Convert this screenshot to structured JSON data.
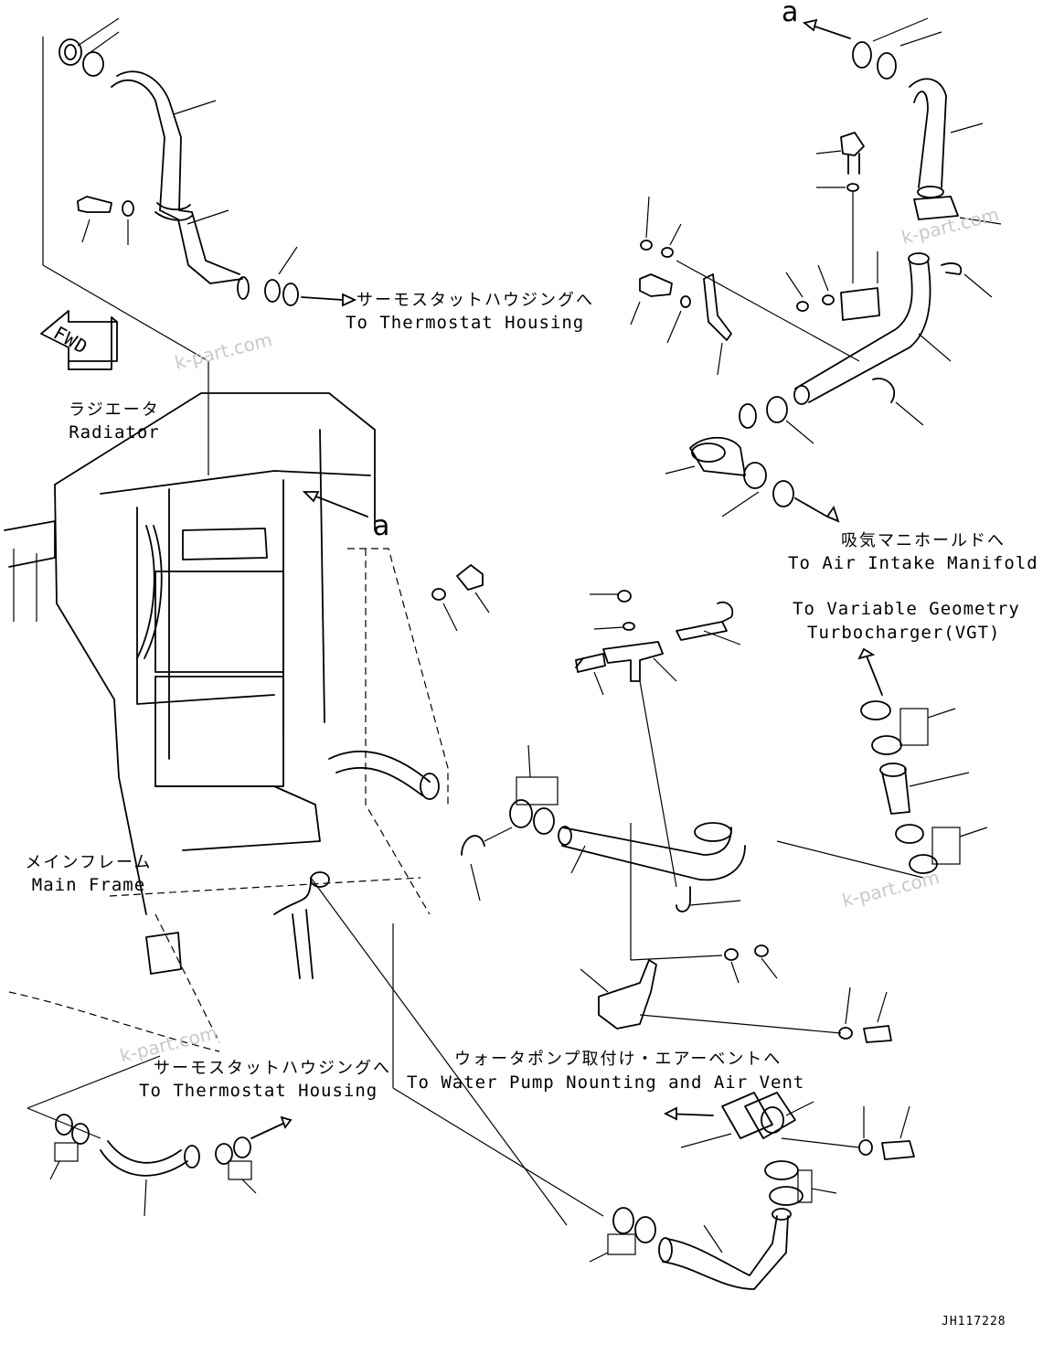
{
  "labels": {
    "fwd": "FWD",
    "radiator_jp": "ラジエータ",
    "radiator_en": "Radiator",
    "main_frame_jp": "メインフレーム",
    "main_frame_en": "Main Frame",
    "thermostat_top_jp": "サーモスタットハウジングへ",
    "thermostat_top_en": "To Thermostat Housing",
    "thermostat_bottom_jp": "サーモスタットハウジングへ",
    "thermostat_bottom_en": "To Thermostat Housing",
    "air_intake_jp": "吸気マニホールドへ",
    "air_intake_en": "To Air Intake Manifold",
    "vgt_line1": "To Variable Geometry",
    "vgt_line2": "Turbocharger(VGT)",
    "water_pump_jp": "ウォータポンプ取付け・エアーベントへ",
    "water_pump_en": "To Water Pump Nounting and Air Vent",
    "callout_a_top": "a",
    "callout_a_mid": "a",
    "drawing_number": "JH117228"
  },
  "watermarks": [
    "k-part.com",
    "k-part.com",
    "k-part.com",
    "k-part.com"
  ],
  "colors": {
    "line": "#000000",
    "watermark": "#c9c9c9",
    "background": "#ffffff"
  }
}
